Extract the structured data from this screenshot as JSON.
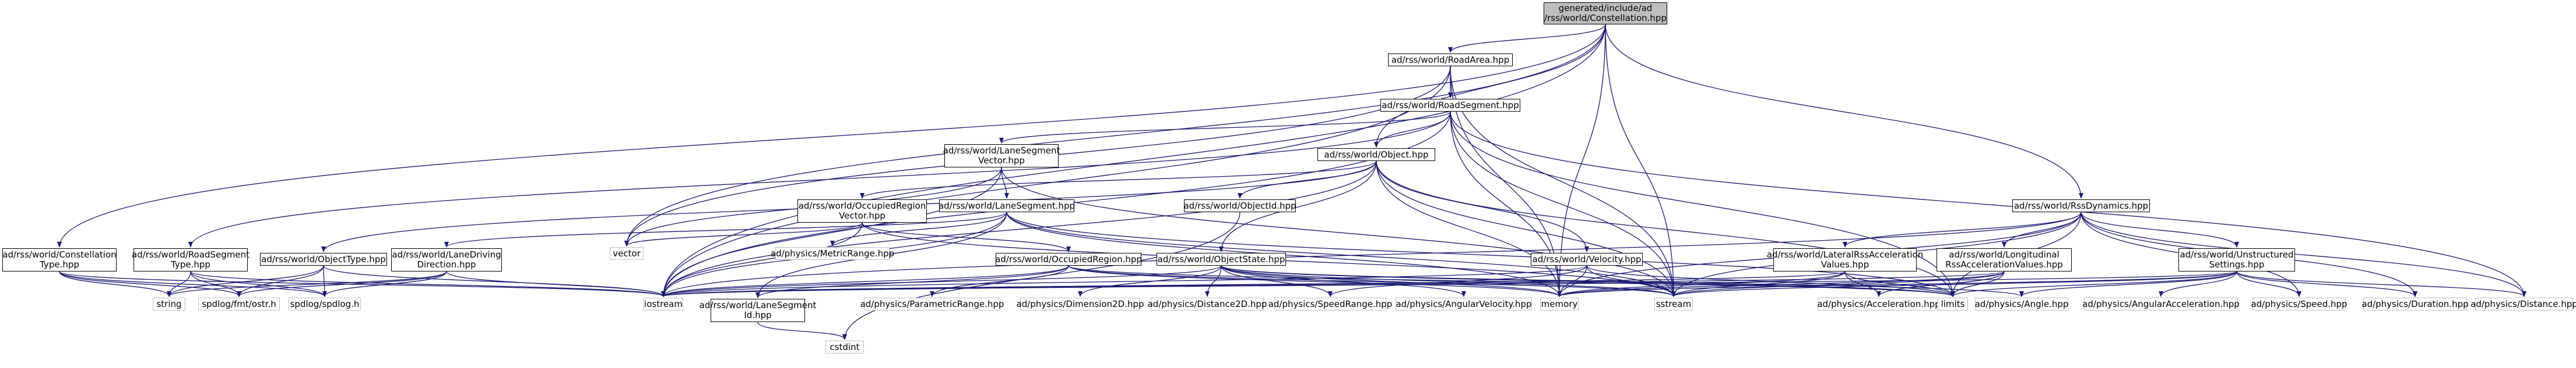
{
  "colors": {
    "root_fill": "#bfbfbf",
    "edge": "#191970",
    "node_border": "#000000",
    "external_border": "#bfbfbf"
  },
  "nodes": [
    {
      "id": "root",
      "label": "generated/include/ad\n/rss/world/Constellation.hpp",
      "kind": "root"
    },
    {
      "id": "roadarea",
      "label": "ad/rss/world/RoadArea.hpp",
      "kind": "internal"
    },
    {
      "id": "roadsegment",
      "label": "ad/rss/world/RoadSegment.hpp",
      "kind": "internal"
    },
    {
      "id": "lanesegmentvector",
      "label": "ad/rss/world/LaneSegment\nVector.hpp",
      "kind": "internal"
    },
    {
      "id": "object",
      "label": "ad/rss/world/Object.hpp",
      "kind": "internal"
    },
    {
      "id": "rssdynamics",
      "label": "ad/rss/world/RssDynamics.hpp",
      "kind": "internal"
    },
    {
      "id": "constellationtype",
      "label": "ad/rss/world/Constellation\nType.hpp",
      "kind": "internal"
    },
    {
      "id": "roadsegmenttype",
      "label": "ad/rss/world/RoadSegment\nType.hpp",
      "kind": "internal"
    },
    {
      "id": "objecttype",
      "label": "ad/rss/world/ObjectType.hpp",
      "kind": "internal"
    },
    {
      "id": "lanedrivingdirection",
      "label": "ad/rss/world/LaneDriving\nDirection.hpp",
      "kind": "internal"
    },
    {
      "id": "occupiedregionvector",
      "label": "ad/rss/world/OccupiedRegion\nVector.hpp",
      "kind": "internal"
    },
    {
      "id": "lanesegment",
      "label": "ad/rss/world/LaneSegment.hpp",
      "kind": "internal"
    },
    {
      "id": "objectid",
      "label": "ad/rss/world/ObjectId.hpp",
      "kind": "internal"
    },
    {
      "id": "occupiedregion",
      "label": "ad/rss/world/OccupiedRegion.hpp",
      "kind": "internal"
    },
    {
      "id": "objectstate",
      "label": "ad/rss/world/ObjectState.hpp",
      "kind": "internal"
    },
    {
      "id": "velocity",
      "label": "ad/rss/world/Velocity.hpp",
      "kind": "internal"
    },
    {
      "id": "lateral",
      "label": "ad/rss/world/LateralRssAcceleration\nValues.hpp",
      "kind": "internal"
    },
    {
      "id": "longitudinal",
      "label": "ad/rss/world/Longitudinal\nRssAccelerationValues.hpp",
      "kind": "internal"
    },
    {
      "id": "unstructured",
      "label": "ad/rss/world/Unstructured\nSettings.hpp",
      "kind": "internal"
    },
    {
      "id": "lanesegmentid",
      "label": "ad/rss/world/LaneSegment\nId.hpp",
      "kind": "internal"
    },
    {
      "id": "vector",
      "label": "vector",
      "kind": "external"
    },
    {
      "id": "metricrange",
      "label": "ad/physics/MetricRange.hpp",
      "kind": "external"
    },
    {
      "id": "string",
      "label": "string",
      "kind": "external"
    },
    {
      "id": "fmtostr",
      "label": "spdlog/fmt/ostr.h",
      "kind": "external"
    },
    {
      "id": "spdlog",
      "label": "spdlog/spdlog.h",
      "kind": "external"
    },
    {
      "id": "iostream",
      "label": "iostream",
      "kind": "external"
    },
    {
      "id": "parametricrange",
      "label": "ad/physics/ParametricRange.hpp",
      "kind": "external"
    },
    {
      "id": "dimension2d",
      "label": "ad/physics/Dimension2D.hpp",
      "kind": "external"
    },
    {
      "id": "distance2d",
      "label": "ad/physics/Distance2D.hpp",
      "kind": "external"
    },
    {
      "id": "speedrange",
      "label": "ad/physics/SpeedRange.hpp",
      "kind": "external"
    },
    {
      "id": "angularvelocity",
      "label": "ad/physics/AngularVelocity.hpp",
      "kind": "external"
    },
    {
      "id": "memory",
      "label": "memory",
      "kind": "external"
    },
    {
      "id": "sstream",
      "label": "sstream",
      "kind": "external"
    },
    {
      "id": "acceleration",
      "label": "ad/physics/Acceleration.hpp",
      "kind": "external"
    },
    {
      "id": "limits",
      "label": "limits",
      "kind": "external"
    },
    {
      "id": "angle",
      "label": "ad/physics/Angle.hpp",
      "kind": "external"
    },
    {
      "id": "angularacceleration",
      "label": "ad/physics/AngularAcceleration.hpp",
      "kind": "external"
    },
    {
      "id": "speed",
      "label": "ad/physics/Speed.hpp",
      "kind": "external"
    },
    {
      "id": "duration",
      "label": "ad/physics/Duration.hpp",
      "kind": "external"
    },
    {
      "id": "distance",
      "label": "ad/physics/Distance.hpp",
      "kind": "external"
    },
    {
      "id": "cstdint",
      "label": "cstdint",
      "kind": "external"
    }
  ],
  "edges": [
    [
      "root",
      "roadarea"
    ],
    [
      "root",
      "object"
    ],
    [
      "root",
      "rssdynamics"
    ],
    [
      "root",
      "constellationtype"
    ],
    [
      "root",
      "iostream"
    ],
    [
      "root",
      "memory"
    ],
    [
      "root",
      "sstream"
    ],
    [
      "root",
      "vector"
    ],
    [
      "roadarea",
      "roadsegment"
    ],
    [
      "roadarea",
      "vector"
    ],
    [
      "roadarea",
      "iostream"
    ],
    [
      "roadarea",
      "memory"
    ],
    [
      "roadarea",
      "sstream"
    ],
    [
      "roadsegment",
      "lanesegmentvector"
    ],
    [
      "roadsegment",
      "object"
    ],
    [
      "roadsegment",
      "roadsegmenttype"
    ],
    [
      "roadsegment",
      "iostream"
    ],
    [
      "roadsegment",
      "memory"
    ],
    [
      "roadsegment",
      "sstream"
    ],
    [
      "roadsegment",
      "limits"
    ],
    [
      "roadsegment",
      "distance"
    ],
    [
      "lanesegmentvector",
      "lanesegment"
    ],
    [
      "lanesegmentvector",
      "vector"
    ],
    [
      "lanesegmentvector",
      "iostream"
    ],
    [
      "lanesegmentvector",
      "sstream"
    ],
    [
      "object",
      "objectid"
    ],
    [
      "object",
      "objecttype"
    ],
    [
      "object",
      "occupiedregionvector"
    ],
    [
      "object",
      "objectstate"
    ],
    [
      "object",
      "velocity"
    ],
    [
      "object",
      "iostream"
    ],
    [
      "object",
      "memory"
    ],
    [
      "object",
      "sstream"
    ],
    [
      "object",
      "limits"
    ],
    [
      "rssdynamics",
      "lateral"
    ],
    [
      "rssdynamics",
      "longitudinal"
    ],
    [
      "rssdynamics",
      "unstructured"
    ],
    [
      "rssdynamics",
      "iostream"
    ],
    [
      "rssdynamics",
      "memory"
    ],
    [
      "rssdynamics",
      "sstream"
    ],
    [
      "rssdynamics",
      "limits"
    ],
    [
      "rssdynamics",
      "speed"
    ],
    [
      "rssdynamics",
      "duration"
    ],
    [
      "rssdynamics",
      "distance"
    ],
    [
      "constellationtype",
      "string"
    ],
    [
      "constellationtype",
      "fmtostr"
    ],
    [
      "constellationtype",
      "spdlog"
    ],
    [
      "constellationtype",
      "iostream"
    ],
    [
      "roadsegmenttype",
      "string"
    ],
    [
      "roadsegmenttype",
      "fmtostr"
    ],
    [
      "roadsegmenttype",
      "spdlog"
    ],
    [
      "roadsegmenttype",
      "iostream"
    ],
    [
      "objecttype",
      "string"
    ],
    [
      "objecttype",
      "fmtostr"
    ],
    [
      "objecttype",
      "spdlog"
    ],
    [
      "objecttype",
      "iostream"
    ],
    [
      "lanedrivingdirection",
      "string"
    ],
    [
      "lanedrivingdirection",
      "fmtostr"
    ],
    [
      "lanedrivingdirection",
      "spdlog"
    ],
    [
      "lanedrivingdirection",
      "iostream"
    ],
    [
      "occupiedregionvector",
      "occupiedregion"
    ],
    [
      "occupiedregionvector",
      "vector"
    ],
    [
      "occupiedregionvector",
      "iostream"
    ],
    [
      "occupiedregionvector",
      "sstream"
    ],
    [
      "lanesegment",
      "lanedrivingdirection"
    ],
    [
      "lanesegment",
      "lanesegmentid"
    ],
    [
      "lanesegment",
      "metricrange"
    ],
    [
      "lanesegment",
      "iostream"
    ],
    [
      "lanesegment",
      "memory"
    ],
    [
      "lanesegment",
      "sstream"
    ],
    [
      "lanesegment",
      "limits"
    ],
    [
      "objectid",
      "cstdint"
    ],
    [
      "occupiedregion",
      "lanesegmentid"
    ],
    [
      "occupiedregion",
      "parametricrange"
    ],
    [
      "occupiedregion",
      "iostream"
    ],
    [
      "occupiedregion",
      "memory"
    ],
    [
      "occupiedregion",
      "sstream"
    ],
    [
      "occupiedregion",
      "limits"
    ],
    [
      "objectstate",
      "dimension2d"
    ],
    [
      "objectstate",
      "distance2d"
    ],
    [
      "objectstate",
      "speedrange"
    ],
    [
      "objectstate",
      "angularvelocity"
    ],
    [
      "objectstate",
      "angle"
    ],
    [
      "objectstate",
      "iostream"
    ],
    [
      "objectstate",
      "memory"
    ],
    [
      "objectstate",
      "sstream"
    ],
    [
      "objectstate",
      "limits"
    ],
    [
      "velocity",
      "speedrange"
    ],
    [
      "velocity",
      "iostream"
    ],
    [
      "velocity",
      "memory"
    ],
    [
      "velocity",
      "sstream"
    ],
    [
      "velocity",
      "limits"
    ],
    [
      "lateral",
      "acceleration"
    ],
    [
      "lateral",
      "iostream"
    ],
    [
      "lateral",
      "memory"
    ],
    [
      "lateral",
      "sstream"
    ],
    [
      "lateral",
      "limits"
    ],
    [
      "longitudinal",
      "acceleration"
    ],
    [
      "longitudinal",
      "iostream"
    ],
    [
      "longitudinal",
      "memory"
    ],
    [
      "longitudinal",
      "sstream"
    ],
    [
      "longitudinal",
      "limits"
    ],
    [
      "unstructured",
      "angle"
    ],
    [
      "unstructured",
      "angularacceleration"
    ],
    [
      "unstructured",
      "speed"
    ],
    [
      "unstructured",
      "duration"
    ],
    [
      "unstructured",
      "distance"
    ],
    [
      "unstructured",
      "iostream"
    ],
    [
      "unstructured",
      "memory"
    ],
    [
      "unstructured",
      "sstream"
    ],
    [
      "unstructured",
      "limits"
    ],
    [
      "lanesegmentid",
      "cstdint"
    ]
  ]
}
